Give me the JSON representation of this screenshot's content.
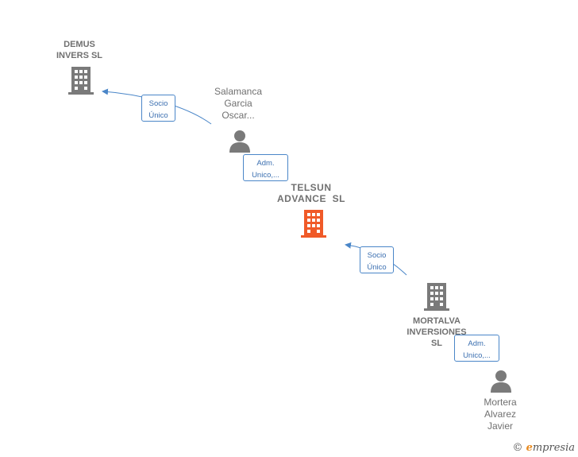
{
  "nodes": {
    "demus": {
      "line1": "DEMUS",
      "line2": "INVERS SL",
      "type": "company"
    },
    "salamanca": {
      "line1": "Salamanca",
      "line2": "Garcia",
      "line3": "Oscar...",
      "type": "person"
    },
    "telsun": {
      "line1": "TELSUN",
      "line2": "ADVANCE  SL",
      "type": "company-main"
    },
    "mortalva": {
      "line1": "MORTALVA",
      "line2": "INVERSIONES",
      "line3": "SL",
      "type": "company"
    },
    "mortera": {
      "line1": "Mortera",
      "line2": "Alvarez",
      "line3": "Javier",
      "type": "person"
    }
  },
  "edges": [
    {
      "label1": "Socio",
      "label2": "Único"
    },
    {
      "label1": "Adm.",
      "label2": "Unico,..."
    },
    {
      "label1": "Socio",
      "label2": "Único"
    },
    {
      "label1": "Adm.",
      "label2": "Unico,..."
    }
  ],
  "colors": {
    "company": "#7a7a7a",
    "main": "#f05a28",
    "edge": "#4a86c8",
    "brand_accent": "#e8891e"
  },
  "brand": {
    "symbol": "©",
    "initial": "e",
    "rest": "mpresia"
  }
}
